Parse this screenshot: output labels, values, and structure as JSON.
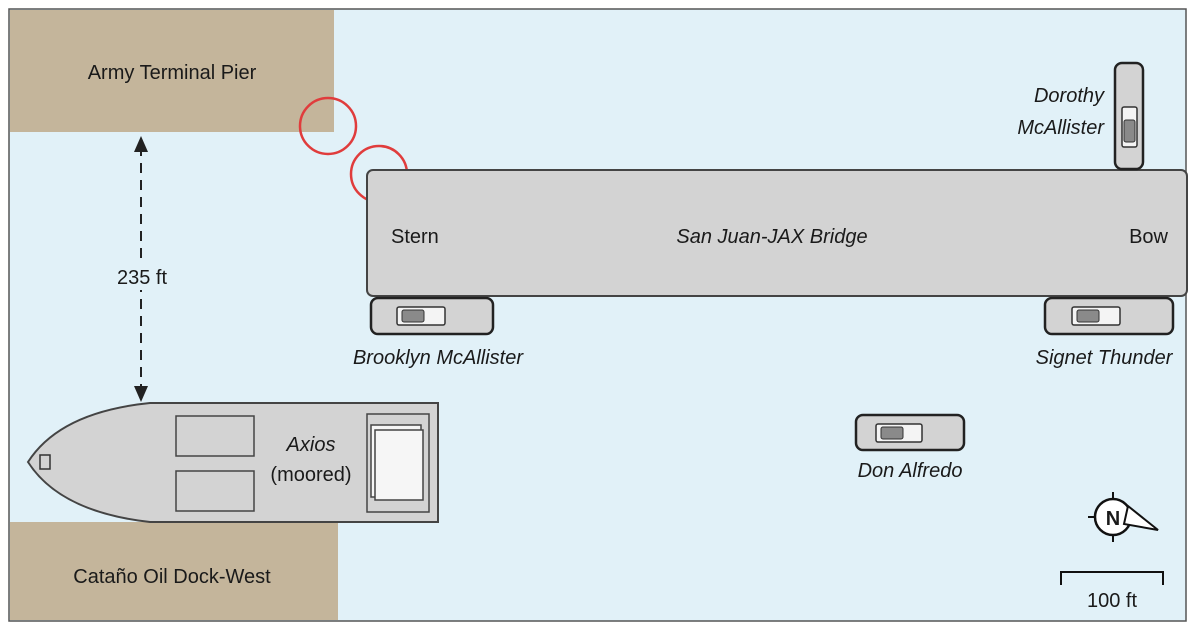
{
  "piers": {
    "army_terminal": "Army Terminal Pier",
    "catano_oil_dock": "Cataño Oil Dock-West"
  },
  "distance": {
    "label": "235 ft"
  },
  "bridge_vessel": {
    "name": "San Juan-JAX Bridge",
    "stern": "Stern",
    "bow": "Bow"
  },
  "tugs": {
    "dorothy_line1": "Dorothy",
    "dorothy_line2": "McAllister",
    "brooklyn": "Brooklyn McAllister",
    "signet": "Signet Thunder",
    "don_alfredo": "Don Alfredo"
  },
  "moored_ship": {
    "name": "Axios",
    "status": "(moored)"
  },
  "compass": {
    "letter": "N"
  },
  "scale": {
    "label": "100 ft"
  },
  "colors": {
    "water": "#e1f1f8",
    "pier": "#c4b59b",
    "vessel": "#d3d3d3",
    "impact_circle": "#e03c3c"
  }
}
